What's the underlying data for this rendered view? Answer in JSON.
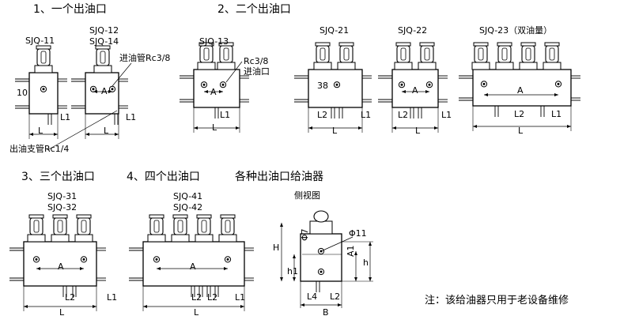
{
  "sections": {
    "one_outlet": "1、一个出油口",
    "two_outlet": "2、二个出油口",
    "three_outlet": "3、三个出油口",
    "four_outlet": "4、四个出油口",
    "various_outlet": "各种出油口给油器"
  },
  "models": {
    "sjq11": "SJQ-11",
    "sjq12": "SJQ-12",
    "sjq14": "SJQ-14",
    "sjq13": "SJQ-13",
    "sjq21": "SJQ-21",
    "sjq22": "SJQ-22",
    "sjq23": "SJQ-23（双油量）",
    "sjq31": "SJQ-31",
    "sjq32": "SJQ-32",
    "sjq41": "SJQ-41",
    "sjq42": "SJQ-42",
    "side_view": "侧视图"
  },
  "callouts": {
    "inlet_pipe": "进油管Rc3/8",
    "outlet_branch": "出油支管Rc1/4",
    "rc38": "Rc3/8",
    "inlet": "进油口"
  },
  "dims": {
    "L": "L",
    "L1": "L1",
    "L2": "L2",
    "A": "A",
    "d10": "10",
    "d38": "38",
    "H": "H",
    "h": "h",
    "h1": "h1",
    "A1": "A1",
    "B": "B",
    "L4": "L4",
    "phi11": "Φ11",
    "phi7": "Φ7"
  },
  "note": "注：该给油器只用于老设备维修"
}
